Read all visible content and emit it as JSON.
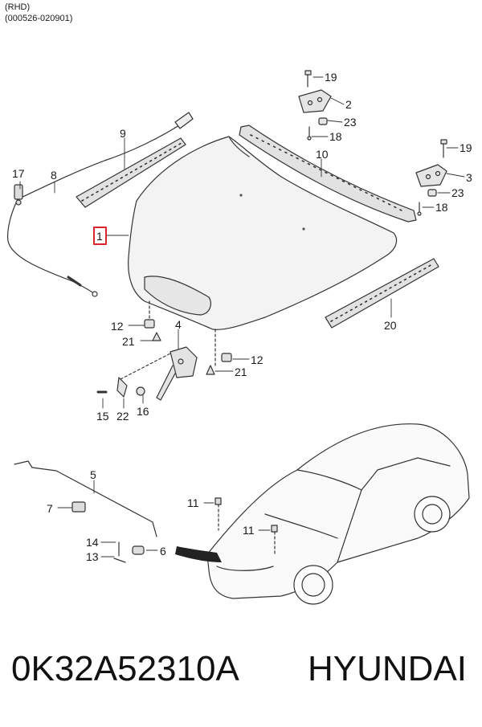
{
  "header": {
    "line1": "(RHD)",
    "line2": "(000526-020901)"
  },
  "callouts": [
    {
      "id": "c19a",
      "text": "19"
    },
    {
      "id": "c2",
      "text": "2"
    },
    {
      "id": "c23a",
      "text": "23"
    },
    {
      "id": "c18a",
      "text": "18"
    },
    {
      "id": "c9",
      "text": "9"
    },
    {
      "id": "c10",
      "text": "10"
    },
    {
      "id": "c19b",
      "text": "19"
    },
    {
      "id": "c3",
      "text": "3"
    },
    {
      "id": "c23b",
      "text": "23"
    },
    {
      "id": "c18b",
      "text": "18"
    },
    {
      "id": "c17",
      "text": "17"
    },
    {
      "id": "c8",
      "text": "8"
    },
    {
      "id": "c1",
      "text": "1"
    },
    {
      "id": "c12a",
      "text": "12"
    },
    {
      "id": "c21a",
      "text": "21"
    },
    {
      "id": "c4",
      "text": "4"
    },
    {
      "id": "c12b",
      "text": "12"
    },
    {
      "id": "c21b",
      "text": "21"
    },
    {
      "id": "c20",
      "text": "20"
    },
    {
      "id": "c15",
      "text": "15"
    },
    {
      "id": "c22",
      "text": "22"
    },
    {
      "id": "c16",
      "text": "16"
    },
    {
      "id": "c5",
      "text": "5"
    },
    {
      "id": "c7",
      "text": "7"
    },
    {
      "id": "c14",
      "text": "14"
    },
    {
      "id": "c13",
      "text": "13"
    },
    {
      "id": "c6",
      "text": "6"
    },
    {
      "id": "c11a",
      "text": "11"
    },
    {
      "id": "c11b",
      "text": "11"
    }
  ],
  "highlight": {
    "callout": "1",
    "color": "#d9232d"
  },
  "footer": {
    "part_number": "0K32A52310A",
    "brand": "HYUNDAI"
  }
}
